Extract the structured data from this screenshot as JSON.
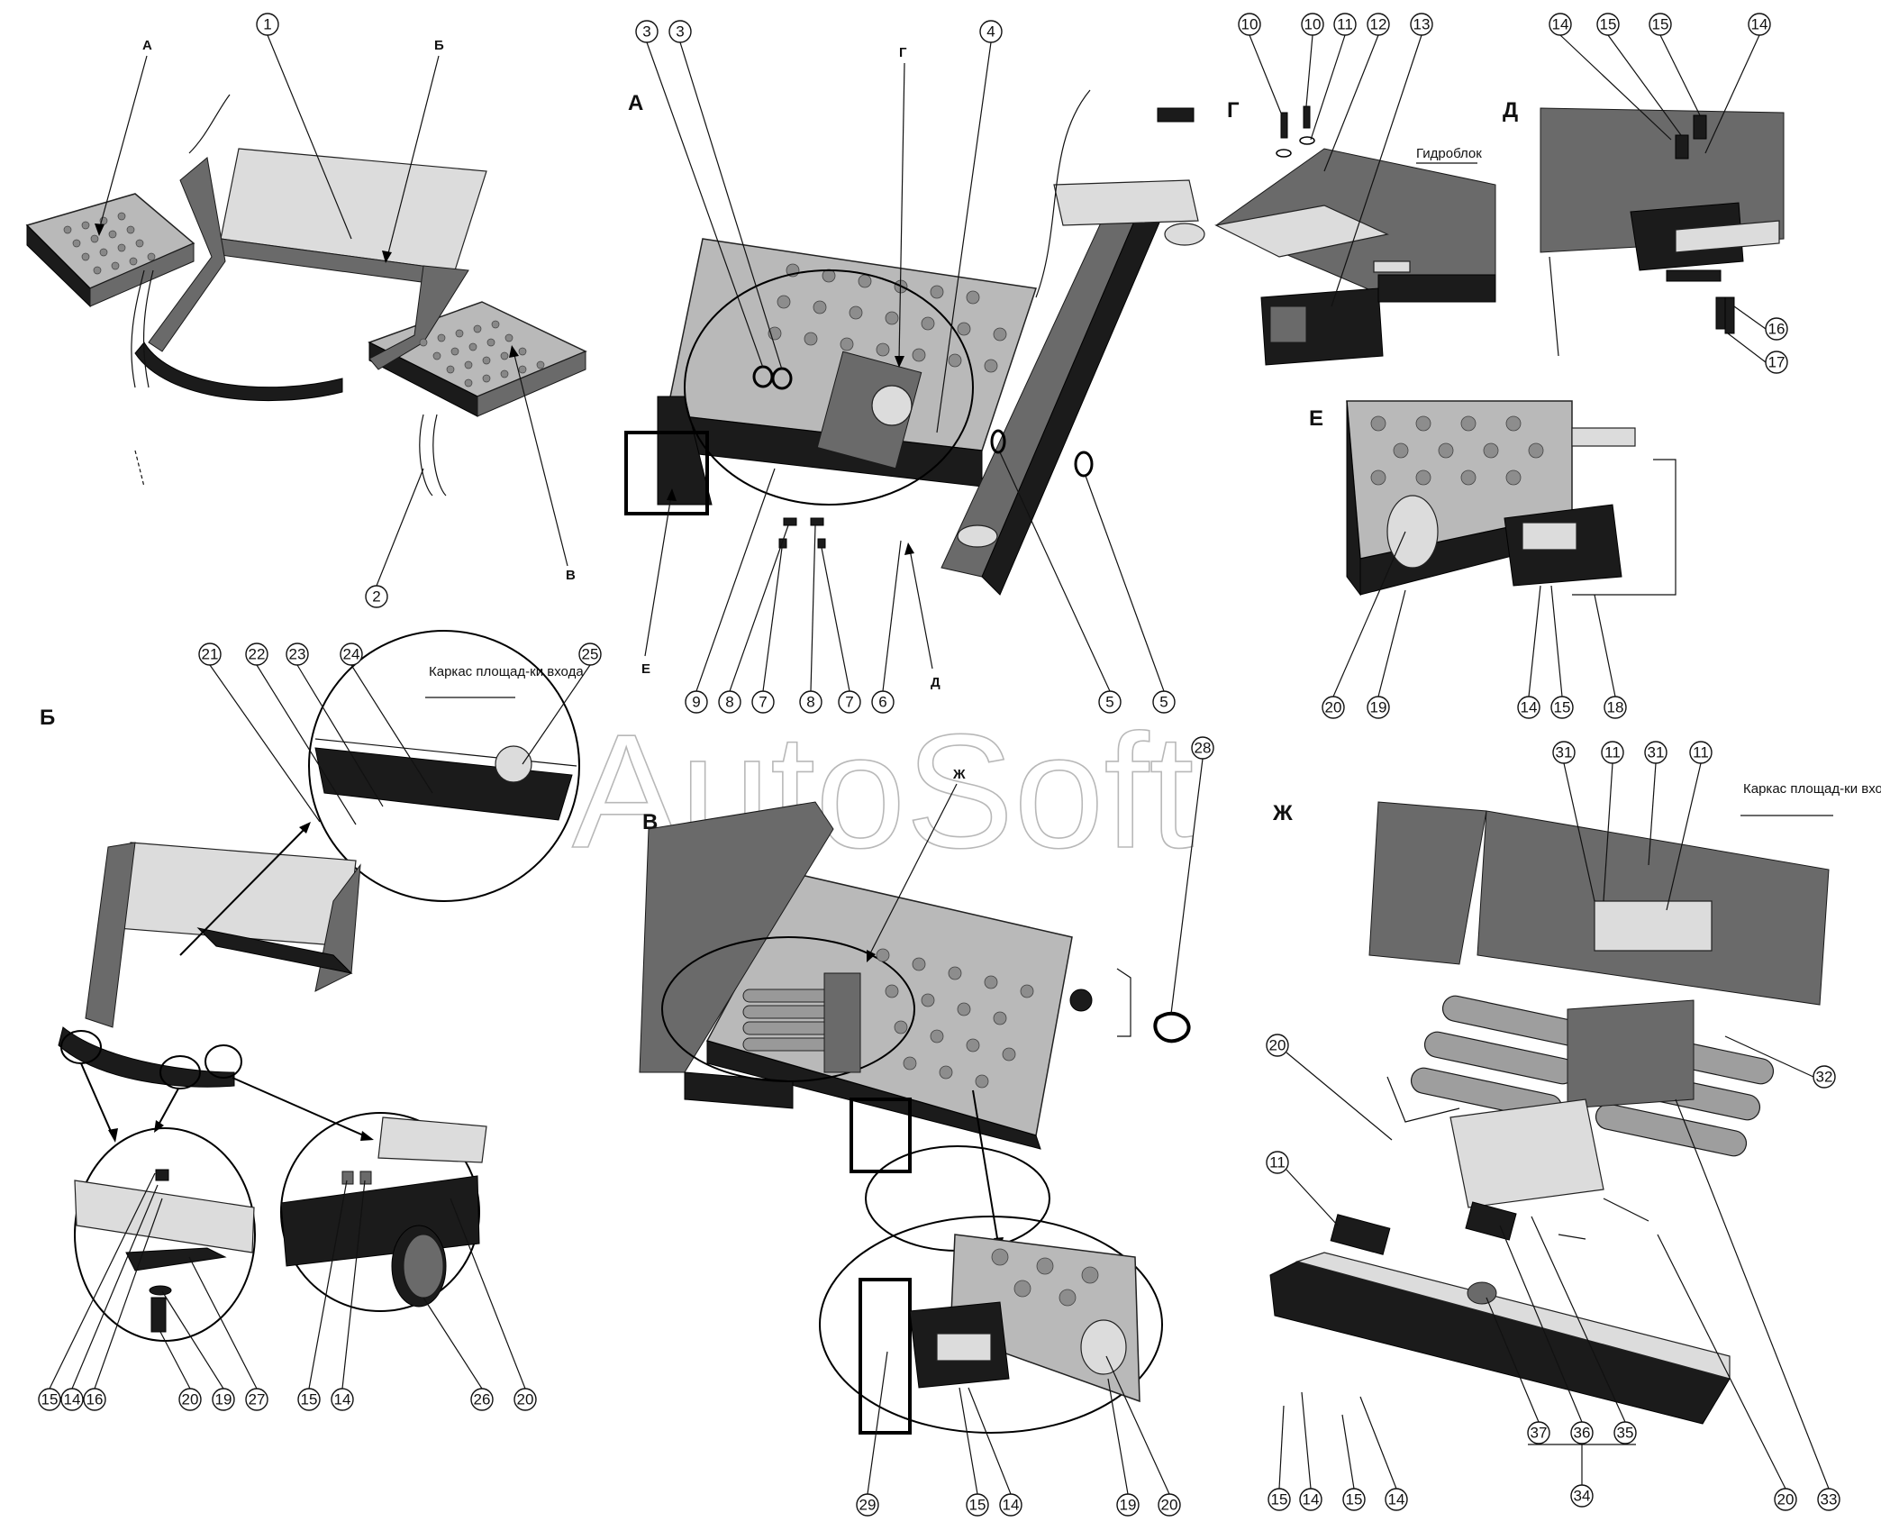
{
  "watermark": "AutoSoft",
  "section_letters": {
    "A": "А",
    "B": "Б",
    "V": "В",
    "G": "Г",
    "D": "Д",
    "E": "Е",
    "Zh": "Ж"
  },
  "overview_markers": {
    "A": "А",
    "B": "Б",
    "V": "В"
  },
  "detail_markers": {
    "G": "Г",
    "D": "Д",
    "E": "Е",
    "Zh": "Ж"
  },
  "callouts": {
    "hydroblock": "Гидроблок",
    "frame_1": "Каркас площад-ки входа",
    "frame_2": "Каркас площад-ки входа"
  },
  "part_numbers": {
    "overview": [
      "1",
      "2"
    ],
    "view_a": [
      "3",
      "3",
      "4",
      "9",
      "8",
      "7",
      "8",
      "7",
      "6",
      "5",
      "5"
    ],
    "view_g": [
      "10",
      "10",
      "11",
      "12",
      "13"
    ],
    "view_d": [
      "14",
      "15",
      "15",
      "14",
      "16",
      "17"
    ],
    "view_e": [
      "20",
      "19",
      "14",
      "15",
      "18"
    ],
    "view_b": [
      "21",
      "22",
      "23",
      "24",
      "25",
      "15",
      "14",
      "16",
      "20",
      "19",
      "27",
      "15",
      "14",
      "26",
      "20"
    ],
    "view_v": [
      "28",
      "29",
      "15",
      "14",
      "19",
      "20"
    ],
    "view_zh": [
      "31",
      "11",
      "31",
      "11",
      "32",
      "20",
      "11",
      "15",
      "14",
      "15",
      "14",
      "37",
      "36",
      "35",
      "34",
      "20",
      "33"
    ]
  }
}
